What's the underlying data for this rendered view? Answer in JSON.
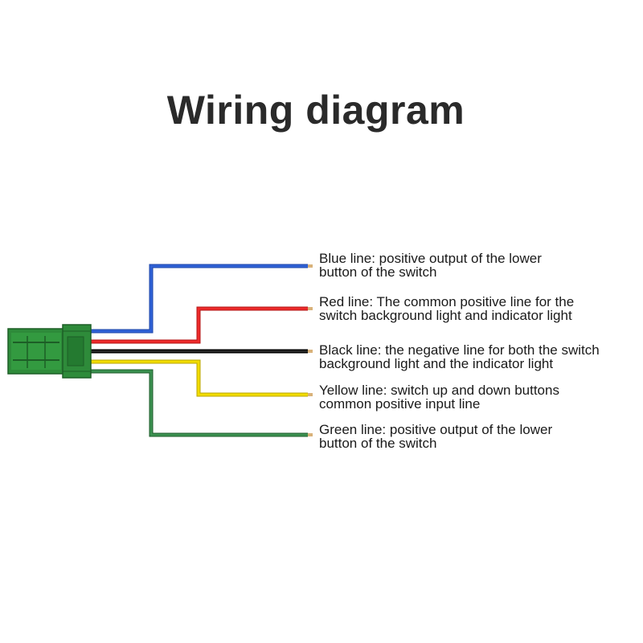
{
  "title": "Wiring diagram",
  "wires": [
    {
      "id": "blue",
      "color": "#2f61d6",
      "label_lines": [
        "Blue line: positive output of the lower",
        "button of the switch"
      ]
    },
    {
      "id": "red",
      "color": "#ee2b2b",
      "label_lines": [
        "Red line: The common positive line for the",
        "switch background light and indicator light"
      ]
    },
    {
      "id": "black",
      "color": "#111111",
      "label_lines": [
        "Black line: the negative line for both the switch",
        "background light and the indicator light"
      ]
    },
    {
      "id": "yellow",
      "color": "#f2dc00",
      "label_lines": [
        "Yellow line: switch up and down buttons",
        "common positive input line"
      ]
    },
    {
      "id": "green",
      "color": "#2f7d3e",
      "label_lines": [
        "Green line: positive output of the lower",
        "button of the switch"
      ]
    }
  ],
  "connector_color": "#2e8b3a"
}
